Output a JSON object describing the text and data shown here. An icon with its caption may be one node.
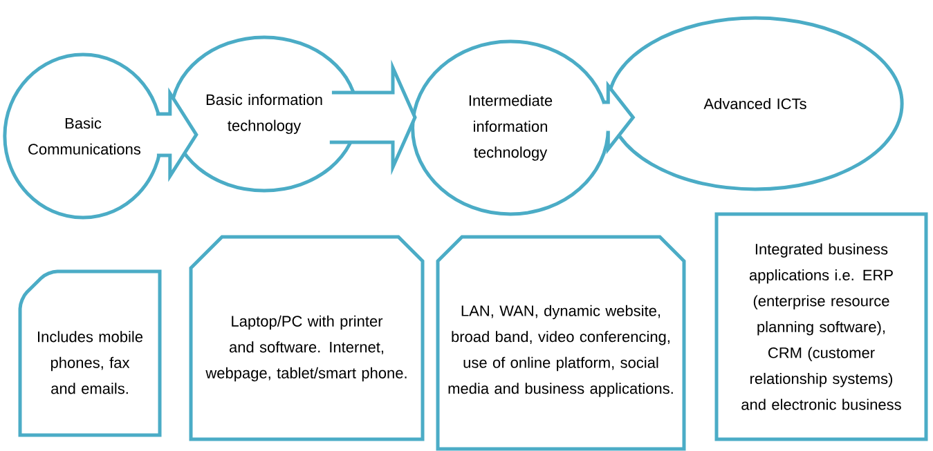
{
  "diagram": {
    "nodes": [
      {
        "text": [
          "Basic Communications"
        ]
      },
      {
        "text": [
          "Basic information technology"
        ]
      },
      {
        "text": [
          "Intermediate information technology"
        ]
      },
      {
        "text": [
          "Advanced ICTs"
        ]
      },
      {
        "text": [
          "Includes mobile phones, fax and emails."
        ]
      },
      {
        "text": [
          "Laptop/PC with printer and software. Internet, webpage, tablet/smart phone."
        ]
      },
      {
        "text": [
          "LAN, WAN, dynamic website, broad band, video conferencing, use of online platform, social media and business applications."
        ]
      },
      {
        "text": [
          "Integrated business applications i.e. ERP (enterprise resource planning software), CRM (customer relationship systems) and electronic business"
        ]
      }
    ],
    "edges": [
      {
        "from": 0,
        "to": 1,
        "arrow": "to"
      },
      {
        "from": 1,
        "to": 2,
        "arrow": "to"
      },
      {
        "from": 2,
        "to": 3,
        "arrow": "to"
      }
    ]
  }
}
